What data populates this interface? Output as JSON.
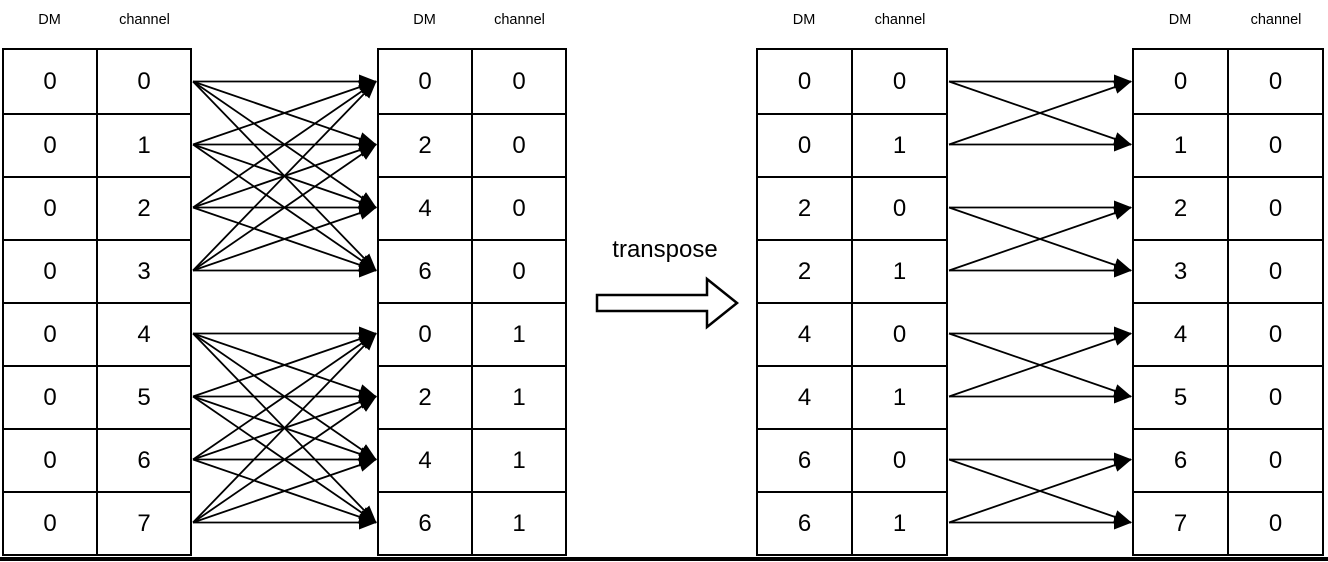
{
  "colors": {
    "background": "#ffffff",
    "line": "#000000",
    "text": "#000000"
  },
  "transpose": {
    "label": "transpose"
  },
  "tables": [
    {
      "name": "input-table",
      "headers": [
        "DM",
        "channel"
      ],
      "rows": [
        [
          "0",
          "0"
        ],
        [
          "0",
          "1"
        ],
        [
          "0",
          "2"
        ],
        [
          "0",
          "3"
        ],
        [
          "0",
          "4"
        ],
        [
          "0",
          "5"
        ],
        [
          "0",
          "6"
        ],
        [
          "0",
          "7"
        ]
      ]
    },
    {
      "name": "subband-output-table",
      "headers": [
        "DM",
        "channel"
      ],
      "rows": [
        [
          "0",
          "0"
        ],
        [
          "2",
          "0"
        ],
        [
          "4",
          "0"
        ],
        [
          "6",
          "0"
        ],
        [
          "0",
          "1"
        ],
        [
          "2",
          "1"
        ],
        [
          "4",
          "1"
        ],
        [
          "6",
          "1"
        ]
      ]
    },
    {
      "name": "transposed-input-table",
      "headers": [
        "DM",
        "channel"
      ],
      "rows": [
        [
          "0",
          "0"
        ],
        [
          "0",
          "1"
        ],
        [
          "2",
          "0"
        ],
        [
          "2",
          "1"
        ],
        [
          "4",
          "0"
        ],
        [
          "4",
          "1"
        ],
        [
          "6",
          "0"
        ],
        [
          "6",
          "1"
        ]
      ]
    },
    {
      "name": "final-output-table",
      "headers": [
        "DM",
        "channel"
      ],
      "rows": [
        [
          "0",
          "0"
        ],
        [
          "1",
          "0"
        ],
        [
          "2",
          "0"
        ],
        [
          "3",
          "0"
        ],
        [
          "4",
          "0"
        ],
        [
          "5",
          "0"
        ],
        [
          "6",
          "0"
        ],
        [
          "7",
          "0"
        ]
      ]
    }
  ],
  "connectors": [
    {
      "name": "subband-dedispersion-mapping",
      "from_table": 0,
      "to_table": 1,
      "groups": [
        {
          "sources": [
            0,
            1,
            2,
            3
          ],
          "targets": [
            0,
            1,
            2,
            3
          ]
        },
        {
          "sources": [
            4,
            5,
            6,
            7
          ],
          "targets": [
            4,
            5,
            6,
            7
          ]
        }
      ]
    },
    {
      "name": "post-transpose-mapping",
      "from_table": 2,
      "to_table": 3,
      "groups": [
        {
          "sources": [
            0,
            1
          ],
          "targets": [
            0,
            1
          ]
        },
        {
          "sources": [
            2,
            3
          ],
          "targets": [
            2,
            3
          ]
        },
        {
          "sources": [
            4,
            5
          ],
          "targets": [
            4,
            5
          ]
        },
        {
          "sources": [
            6,
            7
          ],
          "targets": [
            6,
            7
          ]
        }
      ]
    }
  ]
}
